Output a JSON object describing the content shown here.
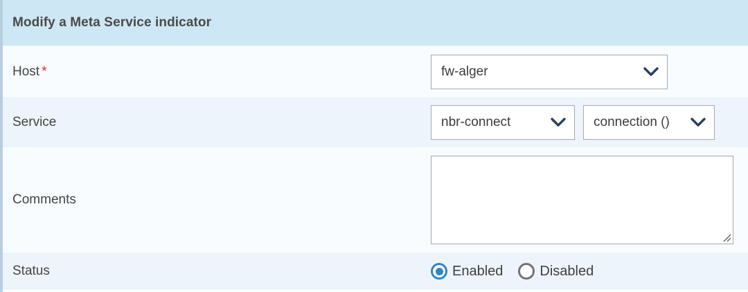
{
  "header": {
    "title": "Modify a Meta Service indicator"
  },
  "colors": {
    "header_bg": "#cde8f4",
    "row_light": "#f8fcff",
    "row_tint": "#edf4fb",
    "left_rail": "#b7cfe0",
    "required_star": "#e8242a",
    "chevron": "#2b3f5c",
    "radio_checked": "#2e86c8",
    "radio_unchecked": "#6e7478",
    "field_border": "#a7a7a7",
    "label_text": "#444444"
  },
  "rows": {
    "host": {
      "label": "Host",
      "required_marker": "*",
      "select": {
        "value": "fw-alger",
        "chevron_icon": "chevron-down-icon"
      }
    },
    "service": {
      "label": "Service",
      "service_select": {
        "value": "nbr-connect",
        "chevron_icon": "chevron-down-icon"
      },
      "item_select": {
        "value": "connection ()",
        "chevron_icon": "chevron-down-icon"
      }
    },
    "comments": {
      "label": "Comments",
      "textarea": {
        "value": "",
        "placeholder": "",
        "resize_icon": "resize-grip-icon"
      }
    },
    "status": {
      "label": "Status",
      "options": [
        {
          "label": "Enabled",
          "selected": true
        },
        {
          "label": "Disabled",
          "selected": false
        }
      ]
    }
  }
}
